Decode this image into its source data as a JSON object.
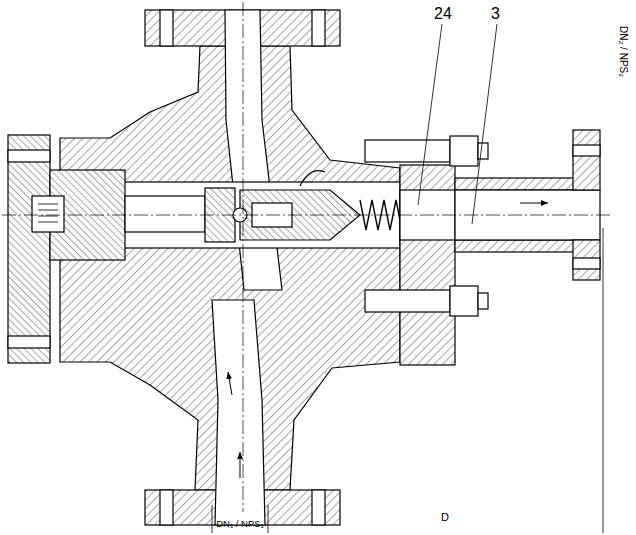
{
  "diagram": {
    "labels": [
      "24",
      "3",
      "DN₁ / NPS₁",
      "DN₂ / NPS₂",
      "D"
    ]
  }
}
